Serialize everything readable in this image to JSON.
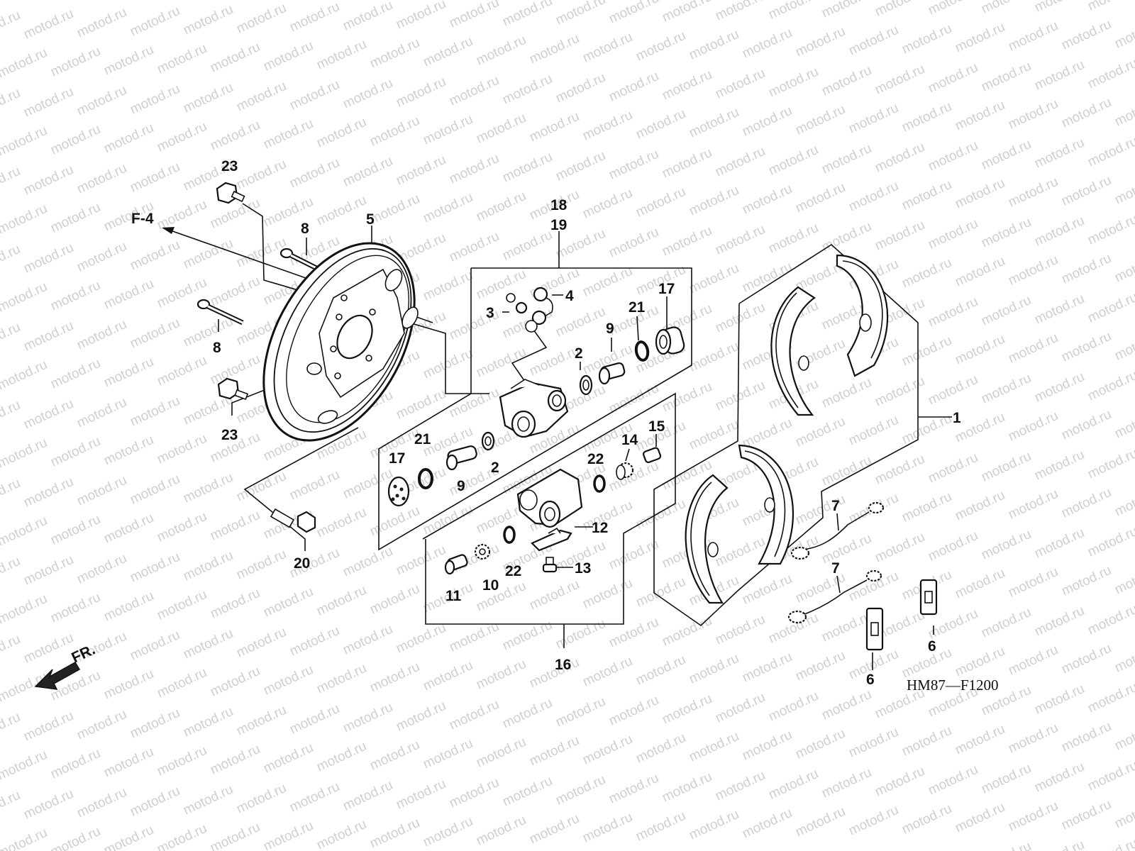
{
  "diagram": {
    "code": "HM87—F1200",
    "reference": "F-4",
    "front_marker": "FR.",
    "watermark": "motod.ru",
    "labels": {
      "p1": "1",
      "p2a": "2",
      "p2b": "2",
      "p3": "3",
      "p4": "4",
      "p5": "5",
      "p6a": "6",
      "p6b": "6",
      "p7a": "7",
      "p7b": "7",
      "p8a": "8",
      "p8b": "8",
      "p9a": "9",
      "p9b": "9",
      "p10": "10",
      "p11": "11",
      "p12": "12",
      "p13": "13",
      "p14": "14",
      "p15": "15",
      "p16": "16",
      "p17a": "17",
      "p17b": "17",
      "p18": "18",
      "p19": "19",
      "p20": "20",
      "p21a": "21",
      "p21b": "21",
      "p22a": "22",
      "p22b": "22",
      "p23a": "23",
      "p23b": "23"
    }
  },
  "colors": {
    "line": "#111111",
    "watermark": "#cfcfcf",
    "background": "#ffffff"
  }
}
